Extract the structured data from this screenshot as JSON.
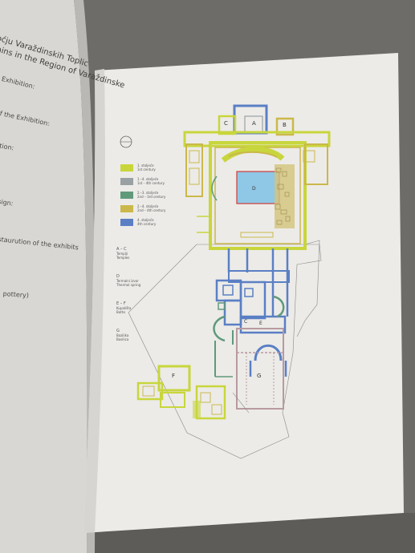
{
  "left_page": {
    "lines": [
      "bmoćju Varaždinskih Toplic",
      "emains in the Region of Varaždinske",
      "e Exhibition:",
      "of the Exhibition:",
      "ition:",
      "sign:",
      "staurution of the exhibits",
      "pottery)"
    ]
  },
  "legend": {
    "items": [
      {
        "label_hr": "1. stoljeće",
        "label_en": "1st century",
        "color": "#c8d63c"
      },
      {
        "label_hr": "1.–4. stoljeće",
        "label_en": "1st – 4th century",
        "color": "#9aa0a4"
      },
      {
        "label_hr": "2.–3. stoljeće",
        "label_en": "2nd – 3rd century",
        "color": "#5f9a7a"
      },
      {
        "label_hr": "2.–4. stoljeće",
        "label_en": "2nd – 4th century",
        "color": "#cbb84a"
      },
      {
        "label_hr": "4. stoljeće",
        "label_en": "4th century",
        "color": "#5a7fc4"
      }
    ]
  },
  "key": {
    "ac_title": "A – C",
    "ac_hr": "Templji",
    "ac_en": "Temples",
    "d_title": "D",
    "d_hr": "Termalni izvor",
    "d_en": "Thermal spring",
    "ef_title": "E – F",
    "ef_hr": "Kupališta",
    "ef_en": "Baths",
    "g_title": "G",
    "g_hr": "Bazilika",
    "g_en": "Basilica"
  },
  "plan": {
    "letters": {
      "a": "A",
      "b": "B",
      "c": "C",
      "c2": "C",
      "d": "D",
      "e": "E",
      "f": "F",
      "g": "G"
    }
  }
}
